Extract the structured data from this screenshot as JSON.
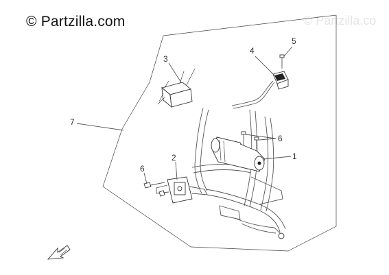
{
  "watermark": {
    "main": "© Partzilla.com",
    "faint": "© Partzilla.co"
  },
  "callouts": {
    "c1": "1",
    "c2": "2",
    "c3": "3",
    "c4": "4",
    "c5": "5",
    "c6a": "6",
    "c6b": "6",
    "c7": "7"
  },
  "icons": {
    "direction_arrow": "front-direction-arrow-icon"
  },
  "colors": {
    "line": "#333333",
    "watermark_faint": "#e4e4e4"
  }
}
